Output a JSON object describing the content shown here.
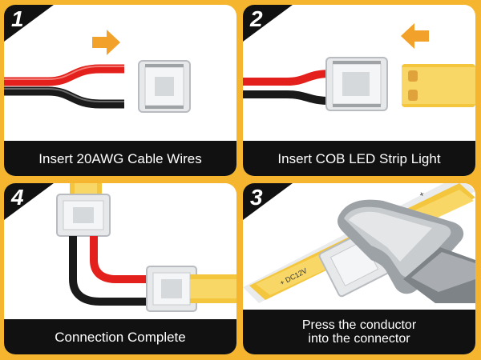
{
  "panels": [
    {
      "step": "1",
      "caption": "Insert 20AWG Cable Wires"
    },
    {
      "step": "2",
      "caption": "Insert COB LED Strip Light"
    },
    {
      "step": "4",
      "caption": "Connection Complete"
    },
    {
      "step": "3",
      "caption_line1": "Press the conductor",
      "caption_line2": "into the connector"
    }
  ],
  "strip_marking": "+ DC12V",
  "strip_plus": "+",
  "colors": {
    "background": "#F5B52E",
    "red_wire": "#E3201B",
    "black_wire": "#1A1A1A",
    "strip": "#F3C63E",
    "arrow": "#F2A12B"
  }
}
